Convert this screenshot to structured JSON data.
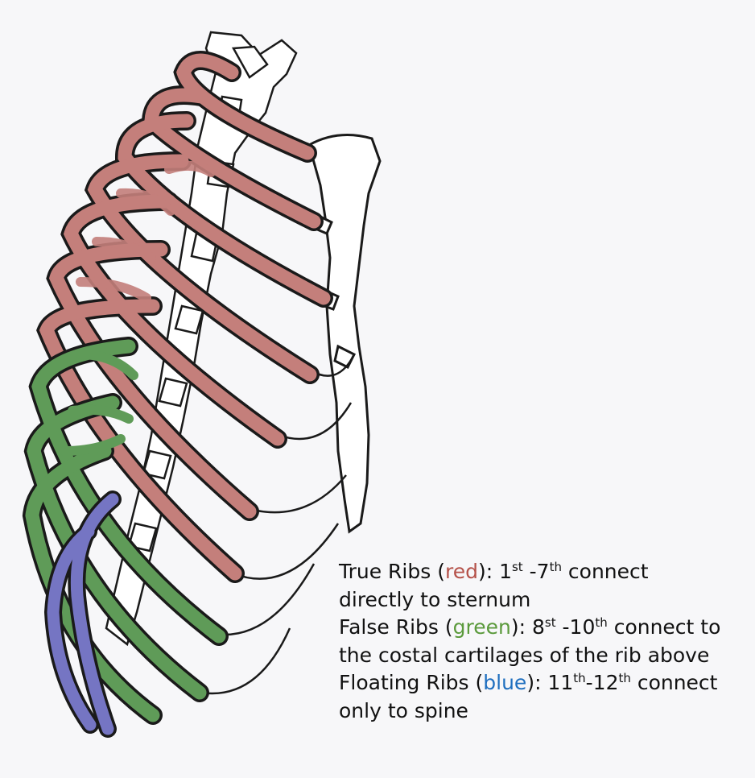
{
  "colors": {
    "true_ribs": "#c47f7b",
    "false_ribs": "#5f9b58",
    "floating_ribs": "#7575c3",
    "bone_outline": "#1a1a1a",
    "bone_fill": "#ffffff",
    "background": "#f7f7f9"
  },
  "caption": {
    "true_ribs": {
      "label": "True Ribs (",
      "color_word": "red",
      "close": "): 1",
      "sup1": "st",
      "mid": " -7",
      "sup2": "th",
      "rest": " connect",
      "line2": "directly to sternum"
    },
    "false_ribs": {
      "label": "False Ribs (",
      "color_word": "green",
      "close": "): 8",
      "sup1": "st",
      "mid": " -10",
      "sup2": "th",
      "rest": " connect to",
      "line2": "the costal cartilages of the rib above"
    },
    "floating_ribs": {
      "label": "Floating Ribs (",
      "color_word": "blue",
      "close": "): 11",
      "sup1": "th",
      "mid": "-12",
      "sup2": "th",
      "rest": " connect",
      "line2": "only to spine"
    }
  }
}
